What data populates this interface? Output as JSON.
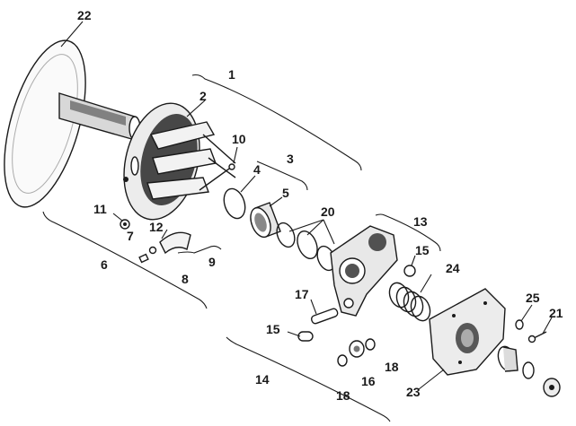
{
  "diagram": {
    "labels": {
      "n1": "1",
      "n2": "2",
      "n3": "3",
      "n4": "4",
      "n5": "5",
      "n6": "6",
      "n7": "7",
      "n8": "8",
      "n9": "9",
      "n10": "10",
      "n11": "11",
      "n12": "12",
      "n13": "13",
      "n14": "14",
      "n15a": "15",
      "n15b": "15",
      "n16": "16",
      "n17": "17",
      "n18a": "18",
      "n18b": "18",
      "n20": "20",
      "n21": "21",
      "n22": "22",
      "n23": "23",
      "n24": "24",
      "n25": "25"
    }
  }
}
